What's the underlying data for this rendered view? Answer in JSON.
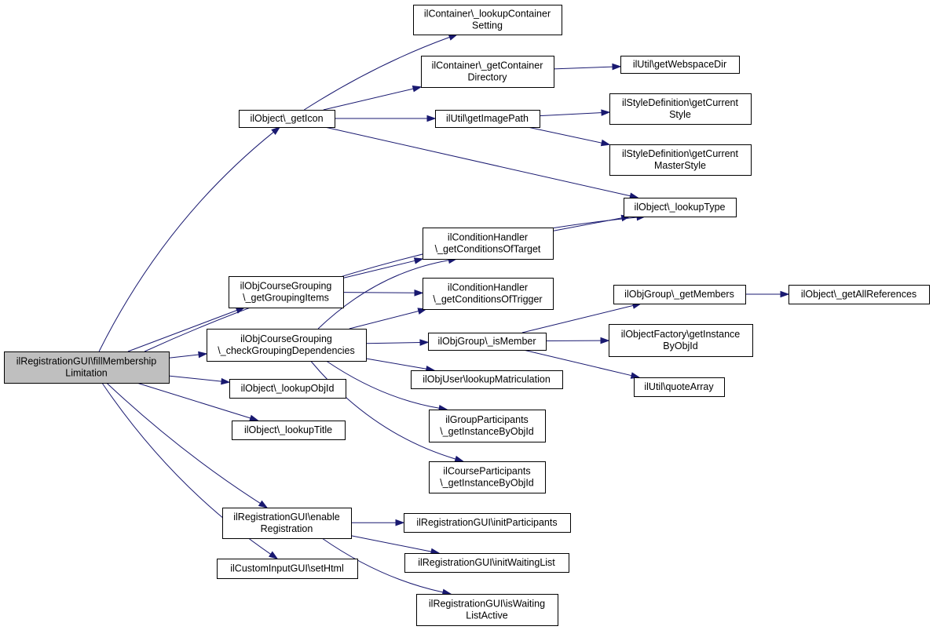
{
  "graph": {
    "type": "call-graph",
    "colors": {
      "edge": "#191970",
      "root_fill": "#bfbfbf",
      "node_fill": "#ffffff",
      "node_border": "#000000"
    },
    "nodes": [
      {
        "id": "root",
        "lines": [
          "ilRegistrationGUI\\fillMembership",
          "Limitation"
        ],
        "root": true
      },
      {
        "id": "getIcon",
        "lines": [
          "ilObject\\_getIcon"
        ]
      },
      {
        "id": "lookupContainerSetting",
        "lines": [
          "ilContainer\\_lookupContainer",
          "Setting"
        ]
      },
      {
        "id": "getContainerDirectory",
        "lines": [
          "ilContainer\\_getContainer",
          "Directory"
        ]
      },
      {
        "id": "getWebspaceDir",
        "lines": [
          "ilUtil\\getWebspaceDir"
        ]
      },
      {
        "id": "getImagePath",
        "lines": [
          "ilUtil\\getImagePath"
        ]
      },
      {
        "id": "getCurrentStyle",
        "lines": [
          "ilStyleDefinition\\getCurrent",
          "Style"
        ]
      },
      {
        "id": "getCurrentMasterStyle",
        "lines": [
          "ilStyleDefinition\\getCurrent",
          "MasterStyle"
        ]
      },
      {
        "id": "lookupType",
        "lines": [
          "ilObject\\_lookupType"
        ]
      },
      {
        "id": "getConditionsOfTarget",
        "lines": [
          "ilConditionHandler",
          "\\_getConditionsOfTarget"
        ]
      },
      {
        "id": "getGroupingItems",
        "lines": [
          "ilObjCourseGrouping",
          "\\_getGroupingItems"
        ]
      },
      {
        "id": "getConditionsOfTrigger",
        "lines": [
          "ilConditionHandler",
          "\\_getConditionsOfTrigger"
        ]
      },
      {
        "id": "getMembers",
        "lines": [
          "ilObjGroup\\_getMembers"
        ]
      },
      {
        "id": "getAllReferences",
        "lines": [
          "ilObject\\_getAllReferences"
        ]
      },
      {
        "id": "checkGroupingDependencies",
        "lines": [
          "ilObjCourseGrouping",
          "\\_checkGroupingDependencies"
        ]
      },
      {
        "id": "isMember",
        "lines": [
          "ilObjGroup\\_isMember"
        ]
      },
      {
        "id": "getInstanceByObjId",
        "lines": [
          "ilObjectFactory\\getInstance",
          "ByObjId"
        ]
      },
      {
        "id": "lookupMatriculation",
        "lines": [
          "ilObjUser\\lookupMatriculation"
        ]
      },
      {
        "id": "quoteArray",
        "lines": [
          "ilUtil\\quoteArray"
        ]
      },
      {
        "id": "lookupObjId",
        "lines": [
          "ilObject\\_lookupObjId"
        ]
      },
      {
        "id": "groupParticipants",
        "lines": [
          "ilGroupParticipants",
          "\\_getInstanceByObjId"
        ]
      },
      {
        "id": "lookupTitle",
        "lines": [
          "ilObject\\_lookupTitle"
        ]
      },
      {
        "id": "courseParticipants",
        "lines": [
          "ilCourseParticipants",
          "\\_getInstanceByObjId"
        ]
      },
      {
        "id": "enableRegistration",
        "lines": [
          "ilRegistrationGUI\\enable",
          "Registration"
        ]
      },
      {
        "id": "initParticipants",
        "lines": [
          "ilRegistrationGUI\\initParticipants"
        ]
      },
      {
        "id": "initWaitingList",
        "lines": [
          "ilRegistrationGUI\\initWaitingList"
        ]
      },
      {
        "id": "setHtml",
        "lines": [
          "ilCustomInputGUI\\setHtml"
        ]
      },
      {
        "id": "isWaitingListActive",
        "lines": [
          "ilRegistrationGUI\\isWaiting",
          "ListActive"
        ]
      }
    ],
    "edges": [
      [
        "root",
        "getIcon"
      ],
      [
        "root",
        "lookupType"
      ],
      [
        "root",
        "getGroupingItems"
      ],
      [
        "root",
        "checkGroupingDependencies"
      ],
      [
        "root",
        "lookupObjId"
      ],
      [
        "root",
        "lookupTitle"
      ],
      [
        "root",
        "enableRegistration"
      ],
      [
        "root",
        "setHtml"
      ],
      [
        "getIcon",
        "lookupContainerSetting"
      ],
      [
        "getIcon",
        "getContainerDirectory"
      ],
      [
        "getIcon",
        "getImagePath"
      ],
      [
        "getIcon",
        "lookupType"
      ],
      [
        "getContainerDirectory",
        "getWebspaceDir"
      ],
      [
        "getImagePath",
        "getCurrentStyle"
      ],
      [
        "getImagePath",
        "getCurrentMasterStyle"
      ],
      [
        "getConditionsOfTarget",
        "lookupType"
      ],
      [
        "getGroupingItems",
        "getConditionsOfTarget"
      ],
      [
        "getGroupingItems",
        "getConditionsOfTrigger"
      ],
      [
        "checkGroupingDependencies",
        "getConditionsOfTarget"
      ],
      [
        "checkGroupingDependencies",
        "getConditionsOfTrigger"
      ],
      [
        "checkGroupingDependencies",
        "isMember"
      ],
      [
        "checkGroupingDependencies",
        "lookupMatriculation"
      ],
      [
        "checkGroupingDependencies",
        "groupParticipants"
      ],
      [
        "checkGroupingDependencies",
        "courseParticipants"
      ],
      [
        "getMembers",
        "getAllReferences"
      ],
      [
        "isMember",
        "getMembers"
      ],
      [
        "isMember",
        "getInstanceByObjId"
      ],
      [
        "isMember",
        "quoteArray"
      ],
      [
        "enableRegistration",
        "initParticipants"
      ],
      [
        "enableRegistration",
        "initWaitingList"
      ],
      [
        "enableRegistration",
        "isWaitingListActive"
      ]
    ]
  }
}
